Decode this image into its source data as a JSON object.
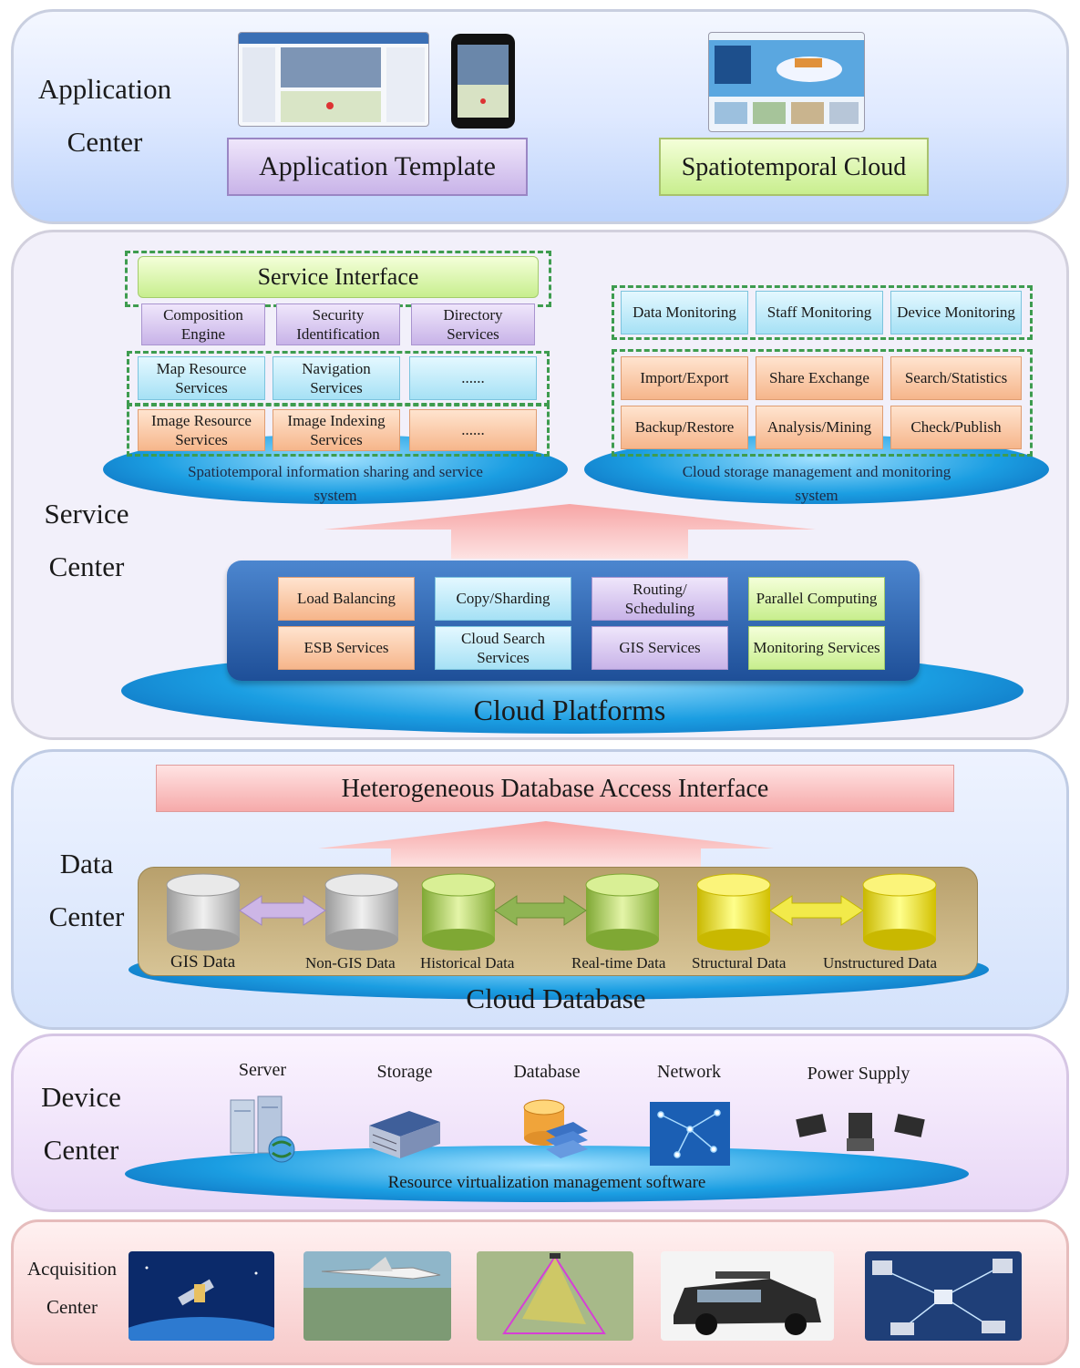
{
  "application_center": {
    "title_line1": "Application",
    "title_line2": "Center",
    "template_label": "Application Template",
    "cloud_label": "Spatiotemporal Cloud"
  },
  "service_center": {
    "title_line1": "Service",
    "title_line2": "Center",
    "service_interface": "Service Interface",
    "top_row": [
      "Composition Engine",
      "Security Identification",
      "Directory Services"
    ],
    "map_row": [
      "Map Resource Services",
      "Navigation Services",
      "......"
    ],
    "image_row": [
      "Image Resource Services",
      "Image Indexing Services",
      "......"
    ],
    "sharing_system": "Spatiotemporal information sharing and service system",
    "monitoring_row": [
      "Data Monitoring",
      "Staff Monitoring",
      "Device Monitoring"
    ],
    "mgmt_row1": [
      "Import/Export",
      "Share Exchange",
      "Search/Statistics"
    ],
    "mgmt_row2": [
      "Backup/Restore",
      "Analysis/Mining",
      "Check/Publish"
    ],
    "storage_system": "Cloud storage management and monitoring system",
    "platform_row1": [
      "Load Balancing",
      "Copy/Sharding",
      "Routing/ Scheduling",
      "Parallel Computing"
    ],
    "platform_row2": [
      "ESB Services",
      "Cloud Search Services",
      "GIS Services",
      "Monitoring Services"
    ],
    "cloud_platforms": "Cloud Platforms"
  },
  "data_center": {
    "title_line1": "Data",
    "title_line2": "Center",
    "access_interface": "Heterogeneous Database Access Interface",
    "databases": [
      "GIS Data",
      "Non-GIS Data",
      "Historical Data",
      "Real-time Data",
      "Structural Data",
      "Unstructured Data"
    ],
    "cloud_database": "Cloud Database"
  },
  "device_center": {
    "title_line1": "Device",
    "title_line2": "Center",
    "devices": [
      "Server",
      "Storage",
      "Database",
      "Network",
      "Power Supply"
    ],
    "virtualization": "Resource virtualization management software"
  },
  "acquisition_center": {
    "title_line1": "Acquisition",
    "title_line2": "Center"
  },
  "colors": {
    "dashed_border": "#3e9c4f",
    "cloud_plate": "#1b9ee2",
    "arrow": "#f5a3a3",
    "platform_base": "#1f5aa6"
  }
}
